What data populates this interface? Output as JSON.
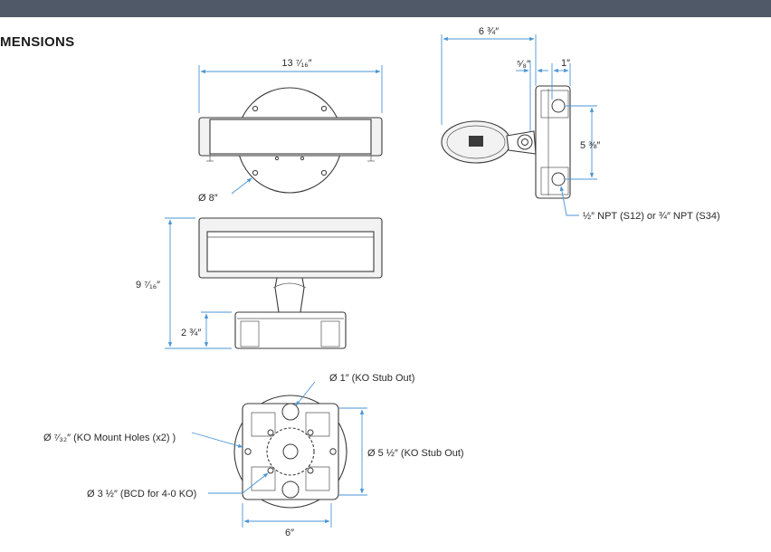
{
  "header_bar_color": "#4f5968",
  "dimension_line_color": "#4a95d4",
  "heading": "MENSIONS",
  "labels": {
    "width_front": "13 ⁷⁄₁₆″",
    "diameter_plate": "Ø 8″",
    "height_total": "9 ⁷⁄₁₆″",
    "height_box": "2 ¾″",
    "depth_side": "6 ¾″",
    "offset_5_8": "⁵⁄₈″",
    "offset_1": "1″",
    "height_side": "5 ⅜″",
    "npt": "½″ NPT (S12) or ¾″ NPT (S34)",
    "ko_stub_1": "Ø 1″ (KO Stub Out)",
    "ko_mount_holes": "Ø ⁷⁄₃₂″ (KO Mount Holes (x2) )",
    "ko_stub_5_5": "Ø 5 ½″  (KO Stub Out)",
    "bcd": "Ø 3 ½″ (BCD for 4-0 KO)",
    "width_bottom": "6″"
  }
}
